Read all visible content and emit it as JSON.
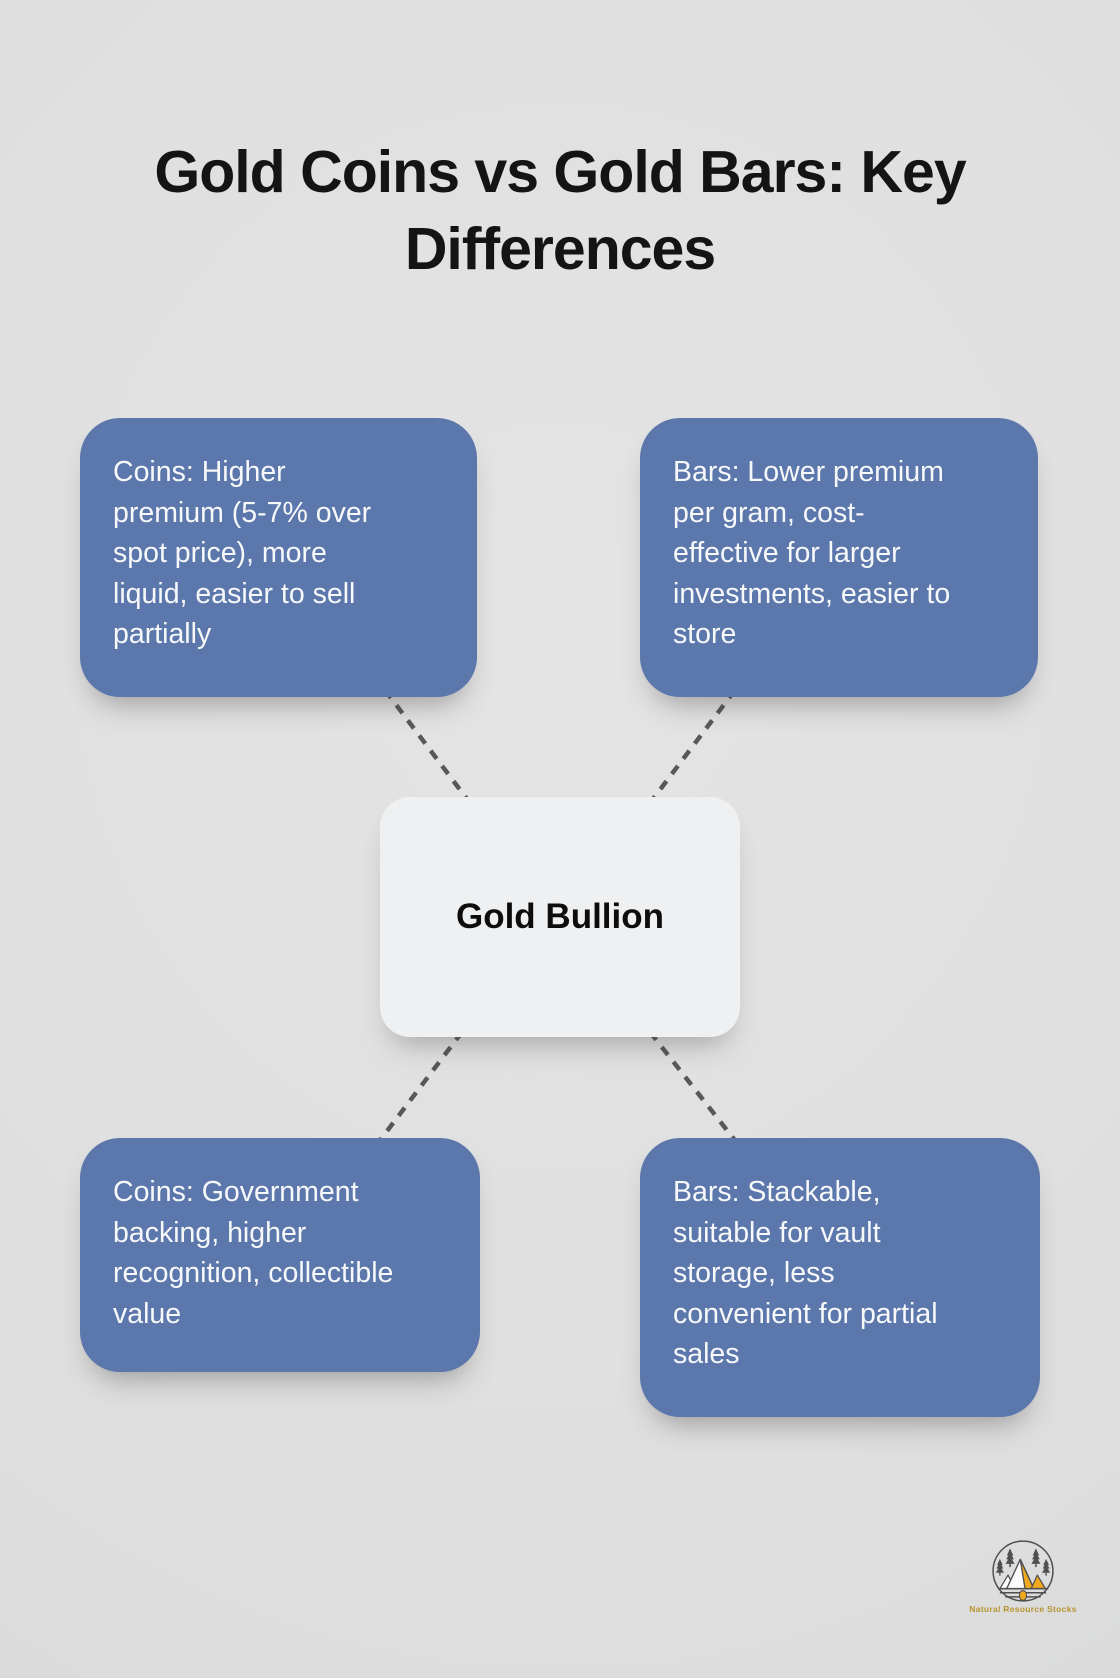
{
  "title": {
    "text": "Gold Coins vs Gold Bars: Key Differences",
    "lines": [
      "Gold Coins vs Gold Bars: Key",
      "Differences"
    ]
  },
  "center": {
    "label": "Gold Bullion"
  },
  "nodes": {
    "top_left": {
      "text": "Coins: Higher premium (5-7% over spot price), more liquid, easier to sell partially",
      "lines": [
        "Coins: Higher",
        "premium (5-7% over",
        "spot price), more",
        "liquid, easier to sell",
        "partially"
      ]
    },
    "top_right": {
      "text": "Bars: Lower premium per gram, cost-effective for larger investments, easier to store",
      "lines": [
        "Bars: Lower premium",
        "per gram, cost-",
        "effective for larger",
        "investments, easier to",
        "store"
      ]
    },
    "bottom_left": {
      "text": "Coins: Government backing, higher recognition, collectible value",
      "lines": [
        "Coins: Government",
        "backing, higher",
        "recognition, collectible",
        "value"
      ]
    },
    "bottom_right": {
      "text": "Bars: Stackable, suitable for vault storage, less convenient for partial sales",
      "lines": [
        "Bars: Stackable,",
        "suitable for vault",
        "storage, less",
        "convenient for partial",
        "sales"
      ]
    }
  },
  "branding": {
    "name": "Natural Resource Stocks"
  },
  "colors": {
    "node_blue": "#5c77ac",
    "center_bg": "#eef0f1",
    "title_text": "#141414",
    "node_text": "#f6f8f9",
    "connector": "#57585a",
    "logo_gold": "#f0a81c",
    "logo_outline": "#4f4f4f",
    "logo_text": "#b8932f"
  }
}
